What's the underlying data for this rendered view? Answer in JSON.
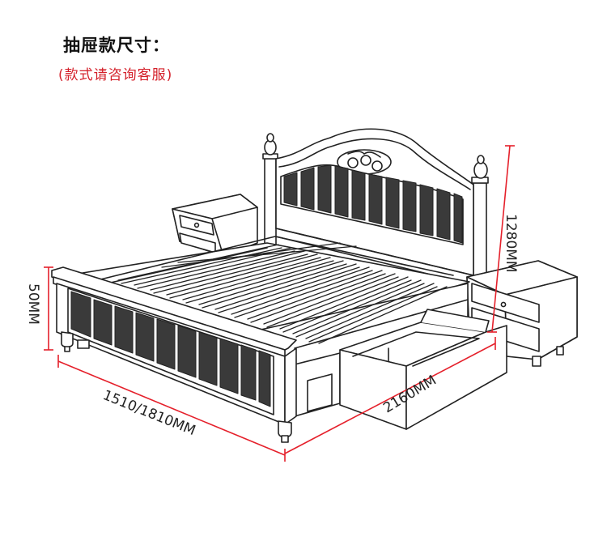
{
  "header": {
    "title": "抽屉款尺寸：",
    "subtitle": "(款式请咨询客服)"
  },
  "dimensions": {
    "head_height": "1280MM",
    "foot_height": "50MM",
    "width": "1510/1810MM",
    "length": "2160MM"
  },
  "colors": {
    "dimension_line": "#e5202b",
    "line_art": "#222222",
    "subtitle": "#d4202a"
  }
}
